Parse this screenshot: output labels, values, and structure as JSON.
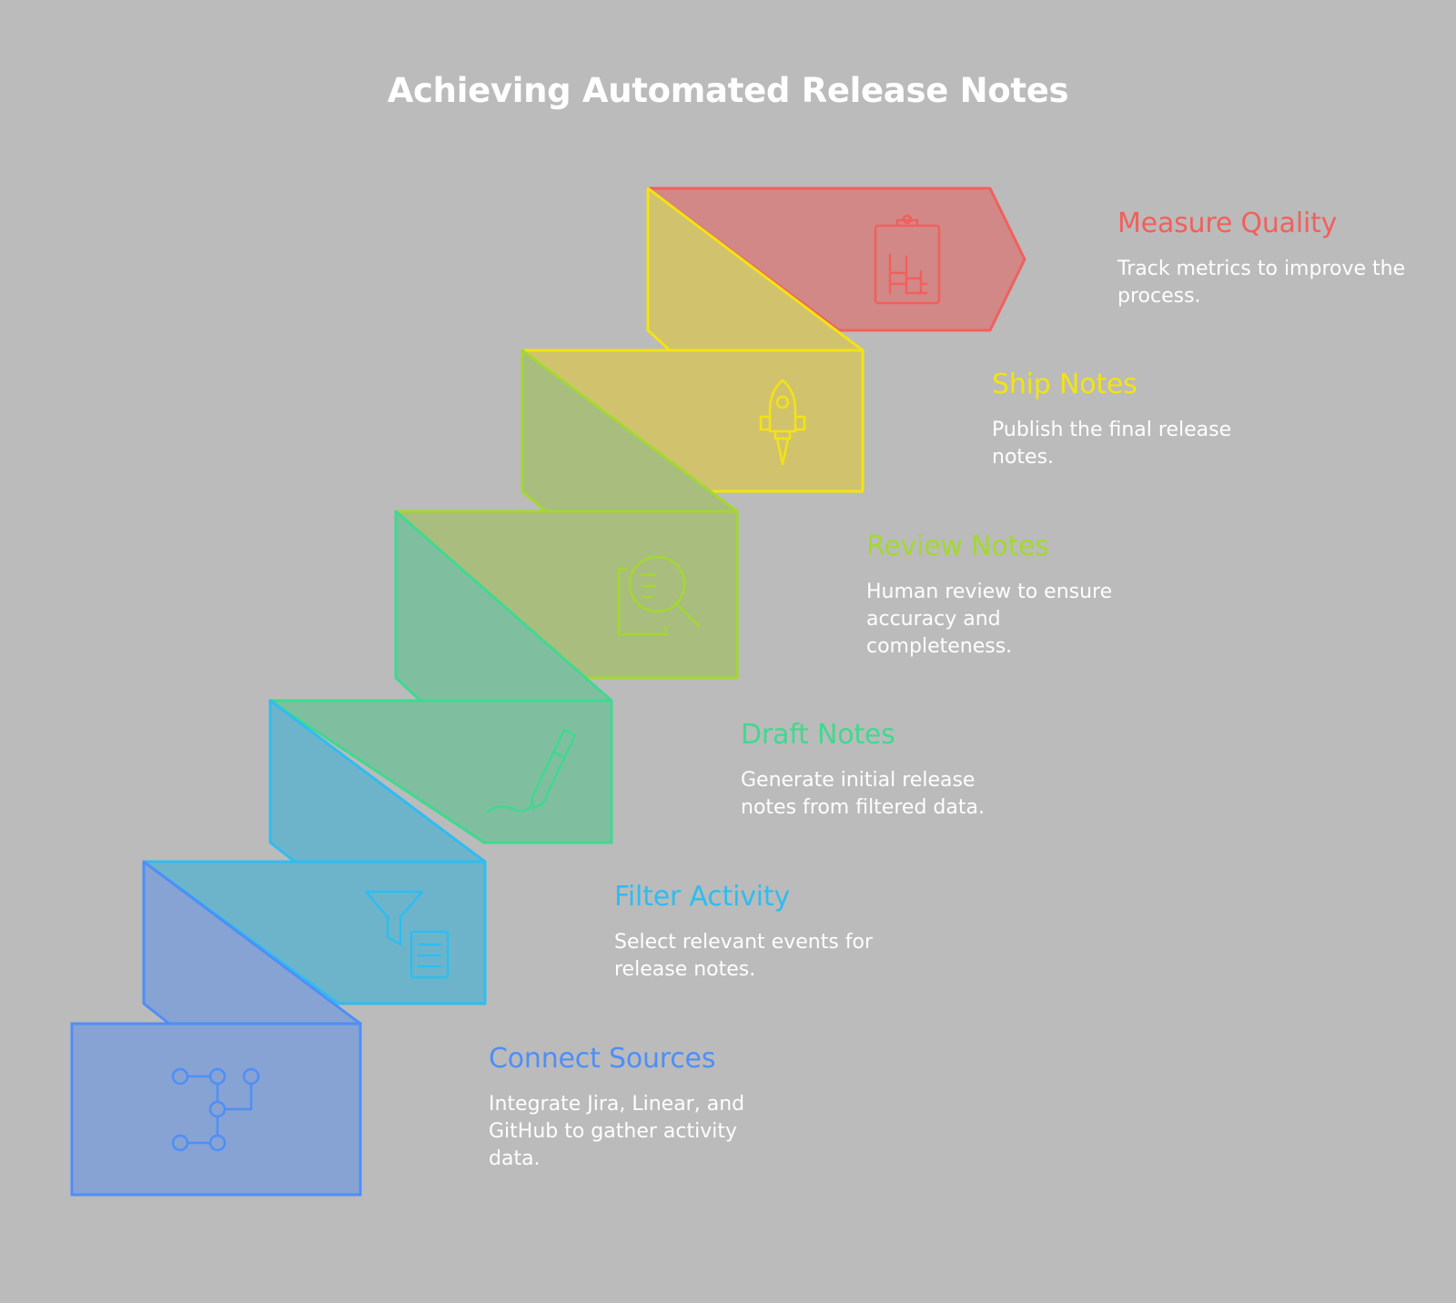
{
  "title": "Achieving Automated Release Notes",
  "steps": [
    {
      "title": "Connect Sources",
      "description": "Integrate Jira, Linear, and GitHub to gather activity data.",
      "color": "#4f8ef7",
      "fill": "#86a3d3",
      "icon": "git-branch-icon"
    },
    {
      "title": "Filter Activity",
      "description": "Select relevant events for release notes.",
      "color": "#2ebdf0",
      "fill": "#6db4cb",
      "icon": "funnel-document-icon"
    },
    {
      "title": "Draft Notes",
      "description": "Generate initial release notes from filtered data.",
      "color": "#3fd98f",
      "fill": "#7fbfa0",
      "icon": "pen-writing-icon"
    },
    {
      "title": "Review Notes",
      "description": "Human review to ensure accuracy and completeness.",
      "color": "#a3d831",
      "fill": "#a9bd7e",
      "icon": "document-search-icon"
    },
    {
      "title": "Ship Notes",
      "description": "Publish the final release notes.",
      "color": "#f3e312",
      "fill": "#d1c36d",
      "icon": "rocket-icon"
    },
    {
      "title": "Measure Quality",
      "description": "Track metrics to improve the process.",
      "color": "#f1605c",
      "fill": "#d28886",
      "icon": "clipboard-chart-icon"
    }
  ]
}
